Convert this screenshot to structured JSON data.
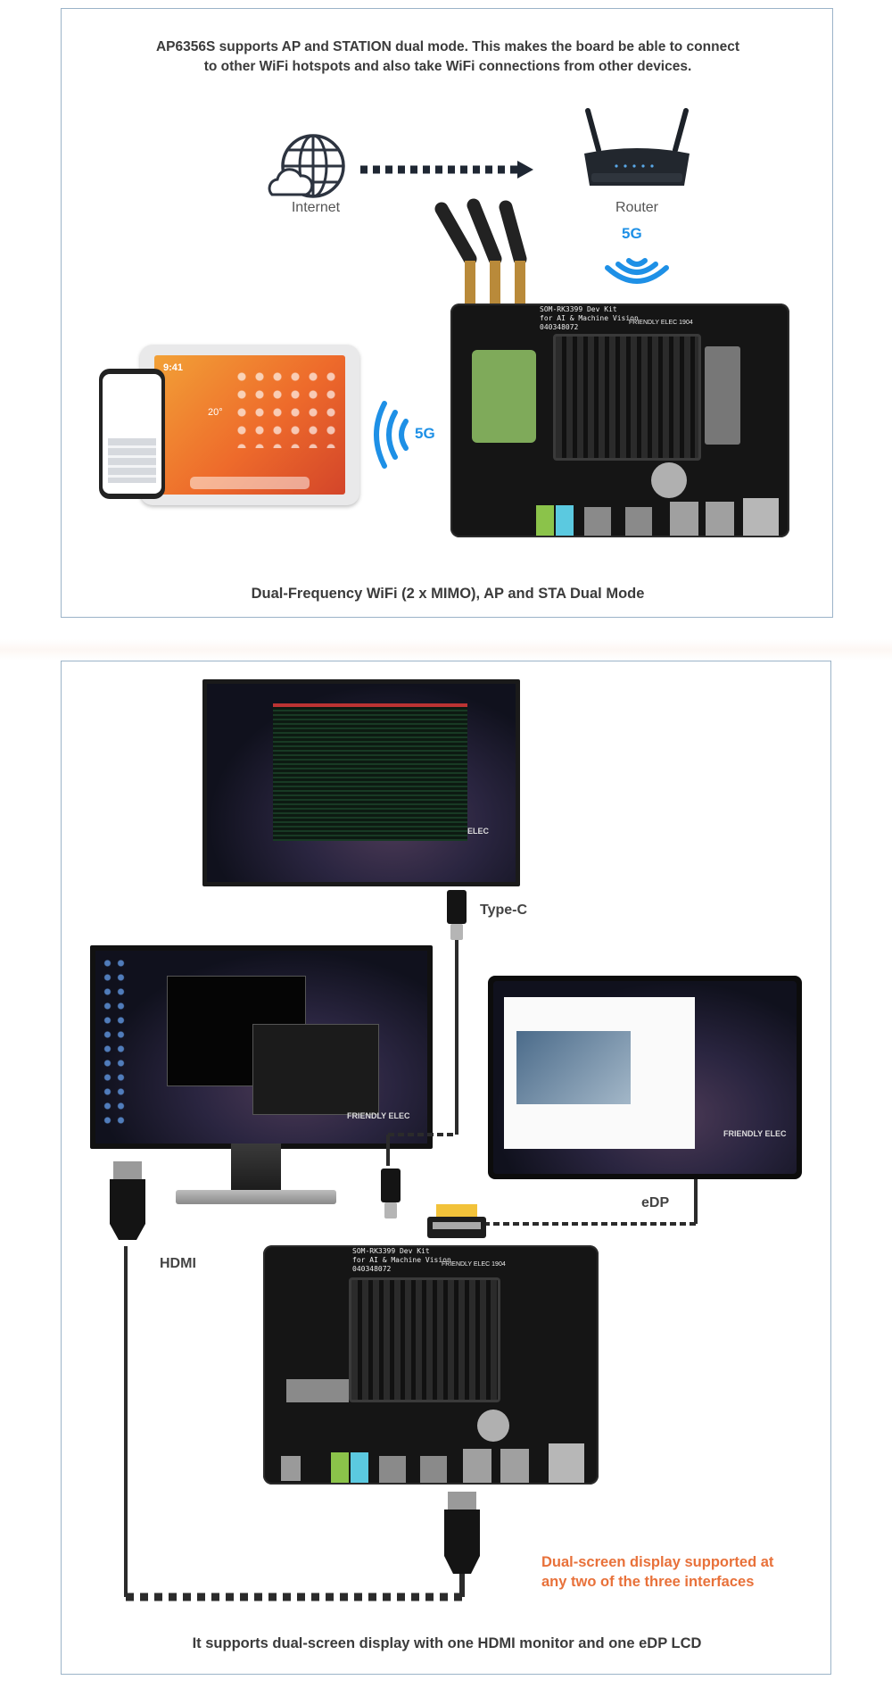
{
  "section1": {
    "intro": "AP6356S supports AP and STATION dual mode. This makes the board be able to connect to other WiFi hotspots and also take WiFi connections from other devices.",
    "internet_label": "Internet",
    "router_label": "Router",
    "wifi_band_router": "5G",
    "wifi_band_devices": "5G",
    "board_title_line1": "SOM-RK3399 Dev Kit",
    "board_title_line2": "for AI & Machine Vision",
    "board_serial": "040348072",
    "board_brand": "FRIENDLY ELEC",
    "board_year": "1904",
    "caption": "Dual-Frequency WiFi (2 x MIMO), AP and STA Dual Mode",
    "tablet_time": "9:41",
    "tablet_temp": "20°"
  },
  "section2": {
    "typec_label": "Type-C",
    "hdmi_label": "HDMI",
    "edp_label": "eDP",
    "monitor_brand": "FRIENDLY ELEC",
    "monitor_brand_partial": "ELEC",
    "lcd_brand": "FRIENDLY ELEC",
    "board_title_line1": "SOM-RK3399 Dev Kit",
    "board_title_line2": "for AI & Machine Vision",
    "board_serial": "040348072",
    "board_brand": "FRIENDLY ELEC",
    "board_year": "1904",
    "note": "Dual-screen display supported at any two of the three interfaces",
    "caption": "It supports dual-screen display with one HDMI monitor and one eDP LCD"
  },
  "colors": {
    "panel_border": "#9bb3c8",
    "wifi_blue": "#1e90e6",
    "accent_orange": "#e8713a",
    "cable": "#2b2b2b"
  }
}
